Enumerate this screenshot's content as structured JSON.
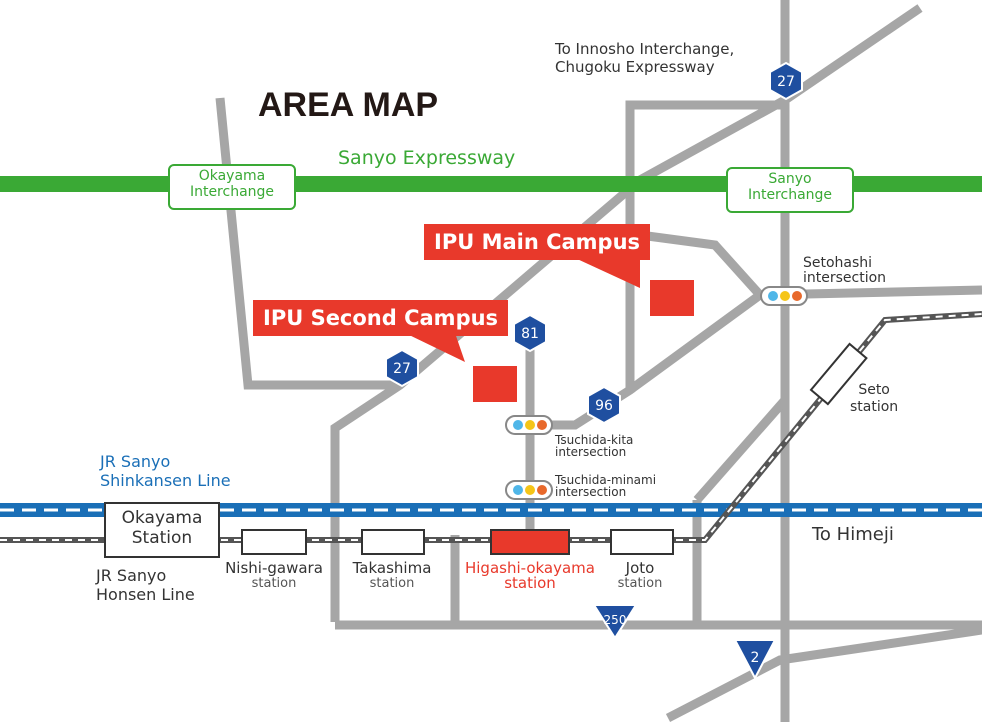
{
  "title": "AREA MAP",
  "colors": {
    "road": "#a6a6a6",
    "expressway": "#3aa935",
    "shinkansen": "#1a6fb7",
    "campus": "#e8392b",
    "route_badge": "#1f4fa0"
  },
  "expressway": {
    "name": "Sanyo Expressway",
    "interchanges": [
      "Okayama\nInterchange",
      "Sanyo\nInterchange"
    ]
  },
  "innosho_label": "To Innosho Interchange,\nChugoku Expressway",
  "campuses": {
    "main": "IPU Main Campus",
    "second": "IPU Second Campus"
  },
  "routes": [
    "27",
    "81",
    "27",
    "96",
    "250",
    "2"
  ],
  "intersections": {
    "setohashi": "Setohashi\nintersection",
    "tsuchida_kita": "Tsuchida-kita\nintersection",
    "tsuchida_minami": "Tsuchida-minami\nintersection"
  },
  "lines": {
    "shinkansen": "JR Sanyo\nShinkansen Line",
    "honsen": "JR Sanyo\nHonsen Line",
    "to_himeji": "To Himeji"
  },
  "stations": {
    "okayama": "Okayama\nStation",
    "nishigawara": "Nishi-gawara",
    "takashima": "Takashima",
    "higashi_okayama": "Higashi-okayama\nstation",
    "joto": "Joto",
    "seto": "Seto\nstation",
    "station_word": "station"
  }
}
